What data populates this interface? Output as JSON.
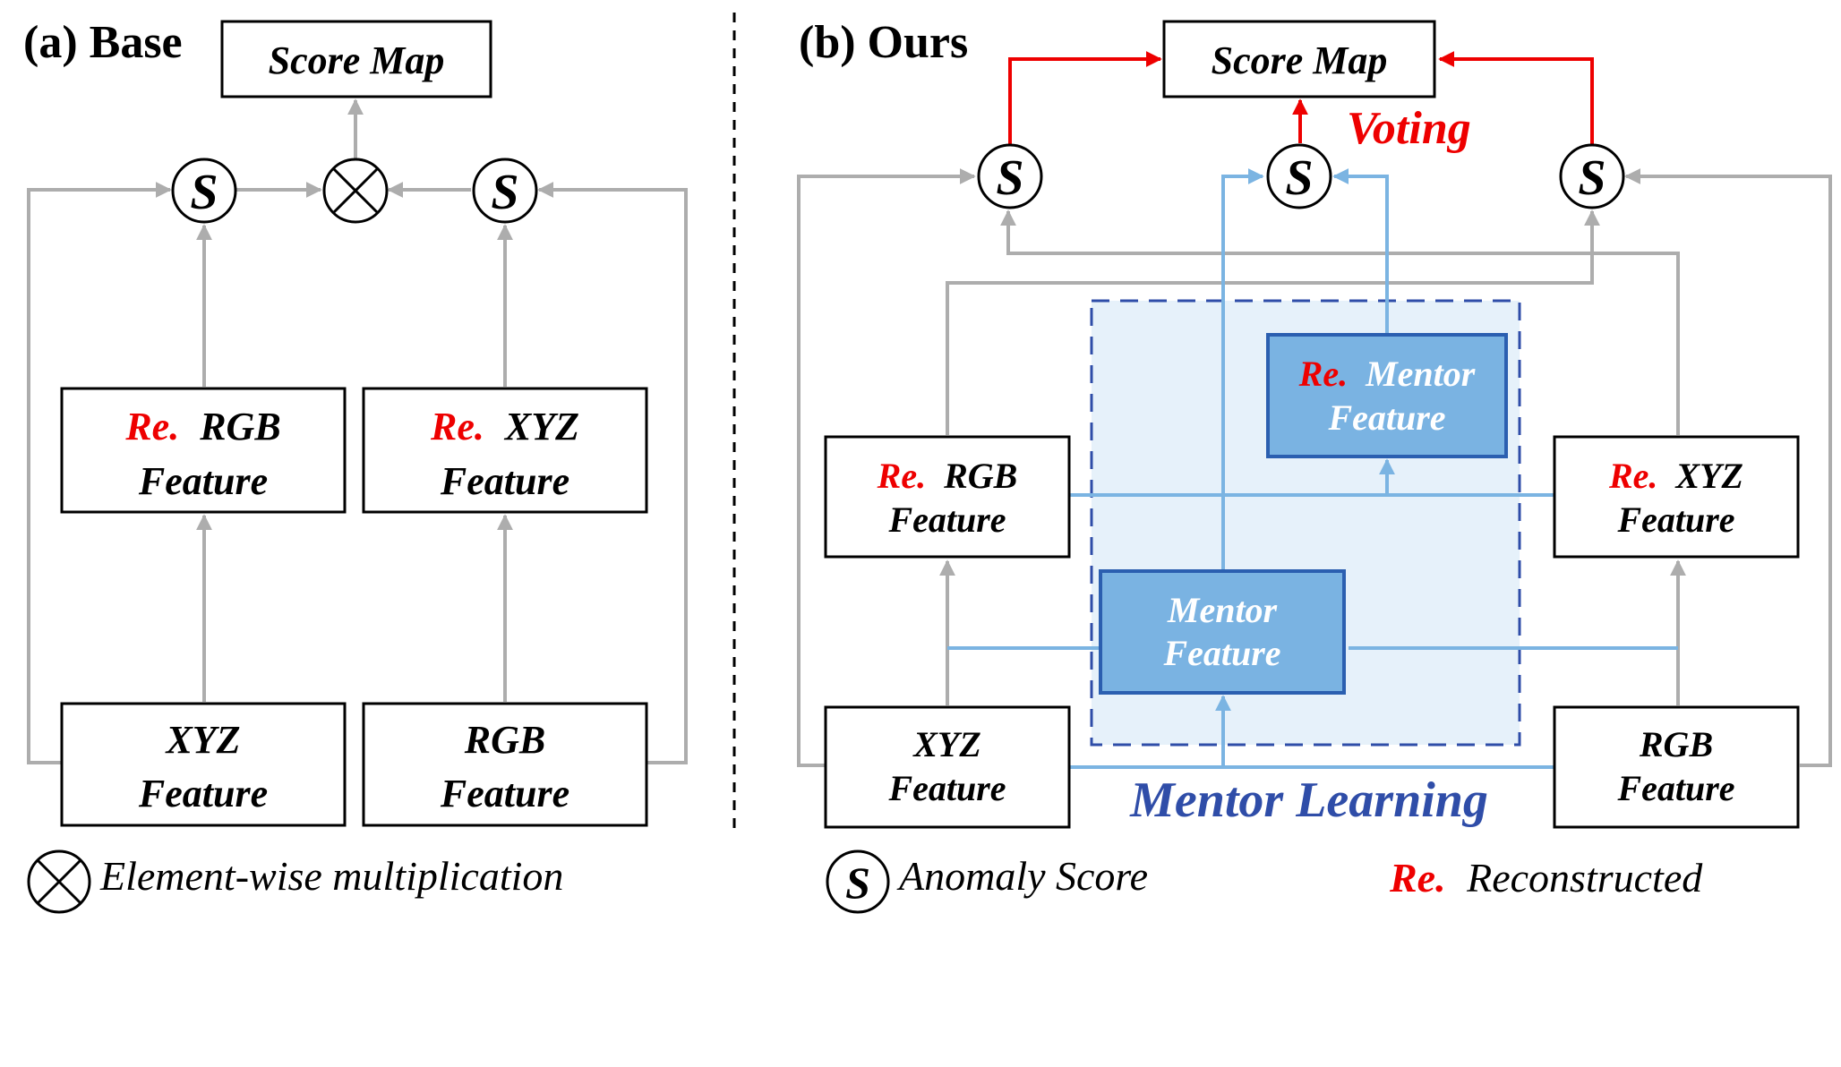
{
  "colors": {
    "gray": "#adadad",
    "blue": "#7bb4e2",
    "red": "#ee0000",
    "navy": "#2f4da8",
    "mentor_fill": "#7ab3e2",
    "mentor_border": "#2b5fb0",
    "mentor_region": "#e6f1fa"
  },
  "panel_a": {
    "title": "(a) Base",
    "score_map": "Score Map",
    "score_symbol_left": "S",
    "score_symbol_right": "S",
    "mult_icon": "circled-times-icon",
    "re_rgb": {
      "prefix": "Re.",
      "line1": "RGB",
      "line2": "Feature"
    },
    "re_xyz": {
      "prefix": "Re.",
      "line1": "XYZ",
      "line2": "Feature"
    },
    "xyz": {
      "line1": "XYZ",
      "line2": "Feature"
    },
    "rgb": {
      "line1": "RGB",
      "line2": "Feature"
    }
  },
  "panel_b": {
    "title": "(b) Ours",
    "score_map": "Score Map",
    "voting": "Voting",
    "score_symbol_left": "S",
    "score_symbol_mid": "S",
    "score_symbol_right": "S",
    "re_rgb": {
      "prefix": "Re.",
      "line1": "RGB",
      "line2": "Feature"
    },
    "re_xyz": {
      "prefix": "Re.",
      "line1": "XYZ",
      "line2": "Feature"
    },
    "re_mentor": {
      "prefix": "Re.",
      "line1": "Mentor",
      "line2": "Feature"
    },
    "mentor": {
      "line1": "Mentor",
      "line2": "Feature"
    },
    "xyz": {
      "line1": "XYZ",
      "line2": "Feature"
    },
    "rgb": {
      "line1": "RGB",
      "line2": "Feature"
    },
    "mentor_learning": "Mentor Learning"
  },
  "legend": {
    "mult_label": "Element-wise multiplication",
    "score_symbol": "S",
    "score_label": "Anomaly Score",
    "re_prefix": "Re.",
    "re_label": "Reconstructed"
  }
}
